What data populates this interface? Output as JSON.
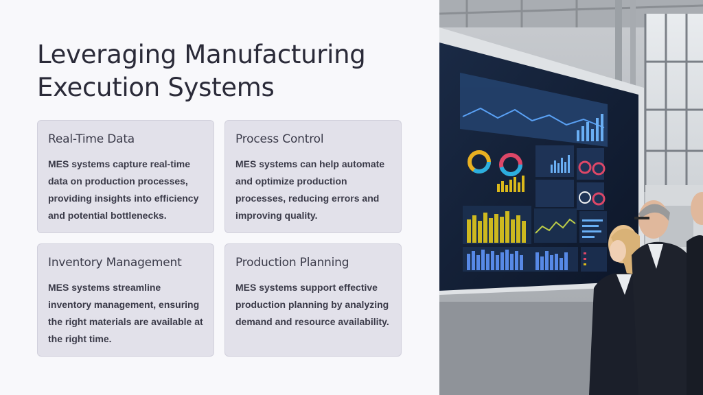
{
  "slide": {
    "title": "Leveraging Manufacturing Execution Systems",
    "cards": [
      {
        "title": "Real-Time Data",
        "body": "MES systems capture real-time data on production processes, providing insights into efficiency and potential bottlenecks."
      },
      {
        "title": "Process Control",
        "body": "MES systems can help automate and optimize production processes, reducing errors and improving quality."
      },
      {
        "title": "Inventory Management",
        "body": "MES systems streamline inventory management, ensuring the right materials are available at the right time."
      },
      {
        "title": "Production Planning",
        "body": "MES systems support effective production planning by analyzing demand and resource availability."
      }
    ]
  },
  "photo": {
    "subject": "factory-dashboard-photo"
  },
  "colors": {
    "background": "#f8f8fb",
    "card": "#e2e1ea",
    "title_text": "#2a2a38",
    "body_text": "#3a3a48"
  }
}
